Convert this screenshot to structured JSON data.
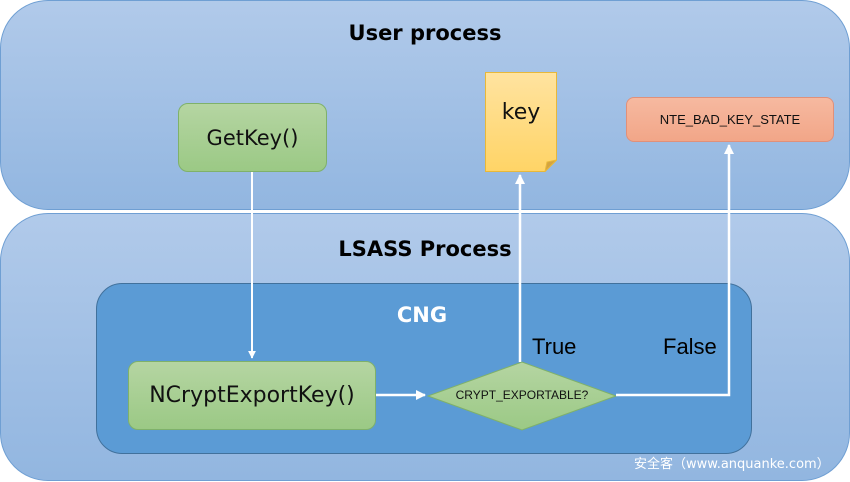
{
  "diagram": {
    "user_process": {
      "title": "User process",
      "getkey_label": "GetKey()",
      "key_label": "key",
      "error_label": "NTE_BAD_KEY_STATE"
    },
    "lsass_process": {
      "title": "LSASS Process",
      "cng": {
        "title": "CNG",
        "ncrypt_label": "NCryptExportKey()",
        "decision_label": "CRYPT_EXPORTABLE?",
        "true_label": "True",
        "false_label": "False"
      }
    },
    "watermark": "安全客（www.anquanke.com）"
  },
  "colors": {
    "panel_light": "#b1caea",
    "panel_dark": "#92b6e0",
    "cng_fill": "#5b9bd5",
    "green_fill": "#a9cf94",
    "key_fill": "#ffd97a",
    "error_fill": "#f4ae92",
    "arrow": "#ffffff"
  }
}
